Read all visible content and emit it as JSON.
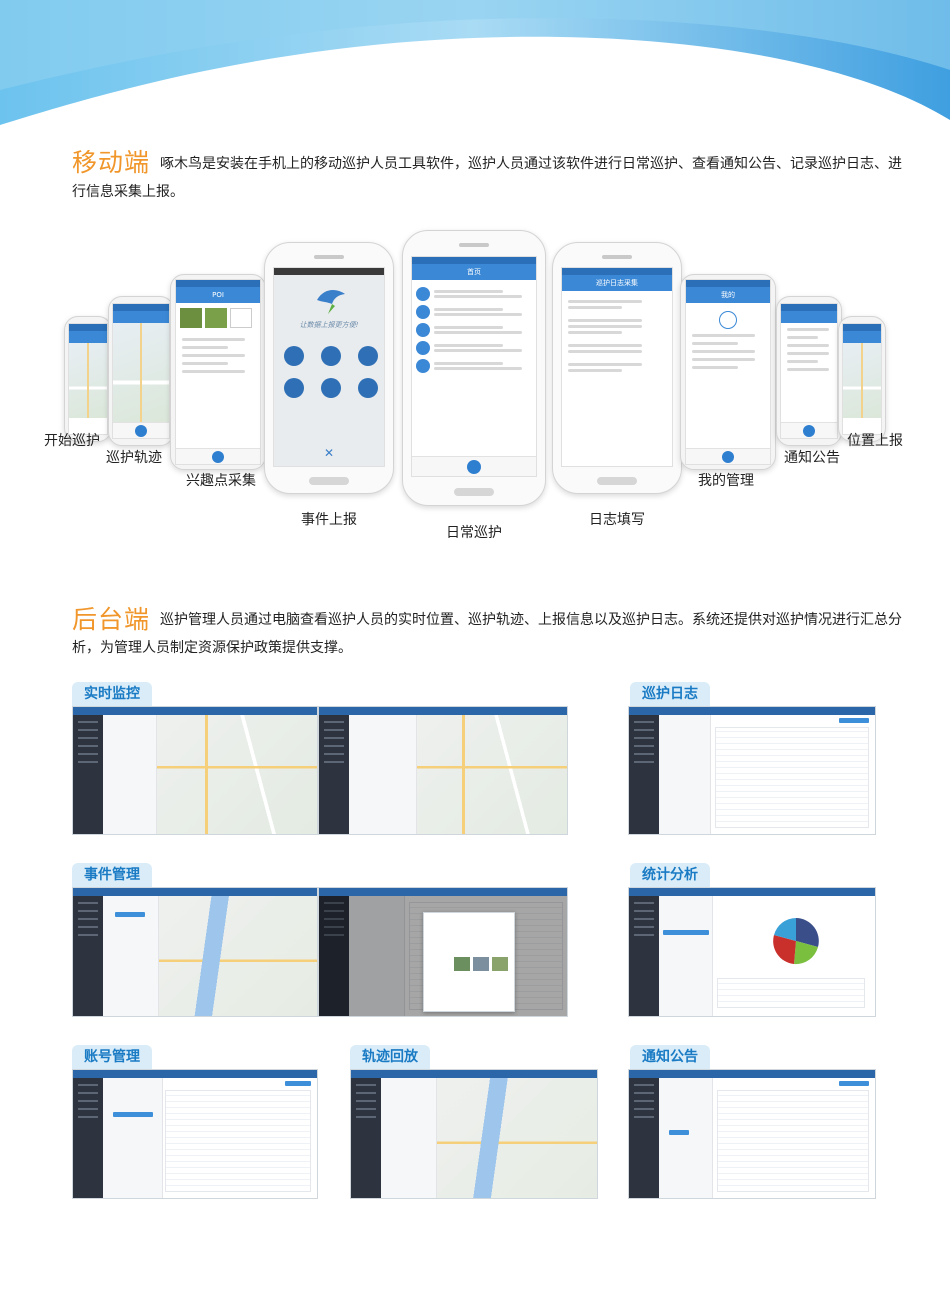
{
  "mobile": {
    "title": "移动端",
    "description": "啄木鸟是安装在手机上的移动巡护人员工具软件，巡护人员通过该软件进行日常巡护、查看通知公告、记录巡护日志、进行信息采集上报。",
    "screens": [
      {
        "caption": "开始巡护"
      },
      {
        "caption": "巡护轨迹"
      },
      {
        "caption": "兴趣点采集",
        "appbar": "POI"
      },
      {
        "caption": "事件上报",
        "slogan": "让数据上报更方便!"
      },
      {
        "caption": "日常巡护",
        "appbar": "首页"
      },
      {
        "caption": "日志填写",
        "appbar": "巡护日志采集"
      },
      {
        "caption": "我的管理",
        "appbar": "我的"
      },
      {
        "caption": "通知公告"
      },
      {
        "caption": "位置上报"
      }
    ]
  },
  "backend": {
    "title": "后台端",
    "description": "巡护管理人员通过电脑查看巡护人员的实时位置、巡护轨迹、上报信息以及巡护日志。系统还提供对巡护情况进行汇总分析，为管理人员制定资源保护政策提供支撑。",
    "modules": [
      {
        "label": "实时监控"
      },
      {
        "label": "巡护日志"
      },
      {
        "label": "事件管理"
      },
      {
        "label": "统计分析"
      },
      {
        "label": "账号管理"
      },
      {
        "label": "轨迹回放"
      },
      {
        "label": "通知公告"
      }
    ]
  },
  "colors": {
    "accent": "#f0962a",
    "tag_text": "#1a7bc4",
    "tag_bg": "#d9ecf8",
    "app_blue": "#3b88d6",
    "sidebar": "#2d3440"
  }
}
